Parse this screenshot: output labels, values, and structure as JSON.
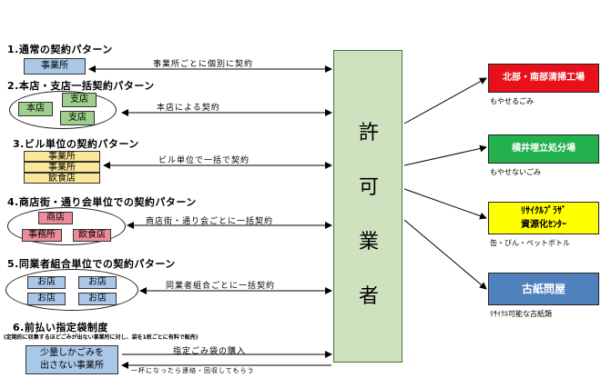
{
  "patterns": [
    {
      "heading": "1.通常の契約パターン",
      "arrow_label": "事業所ごとに個別に契約",
      "boxes": [
        "事業所"
      ]
    },
    {
      "heading": "2.本店・支店一括契約パターン",
      "arrow_label": "本店による契約",
      "boxes": [
        "本店",
        "支店",
        "支店"
      ]
    },
    {
      "heading": "3.ビル単位の契約パターン",
      "arrow_label": "ビル単位で一括で契約",
      "boxes": [
        "事業所",
        "事業所",
        "飲食店"
      ]
    },
    {
      "heading": "4.商店街・通り会単位での契約パターン",
      "arrow_label": "商店街・通り会ごとに一括契約",
      "boxes": [
        "商店",
        "事務所",
        "飲食店"
      ]
    },
    {
      "heading": "5.同業者組合単位での契約パターン",
      "arrow_label": "同業者組合ごとに一括契約",
      "boxes": [
        "お店",
        "お店",
        "お店",
        "お店"
      ]
    },
    {
      "heading": "6.前払い指定袋制度",
      "subheading": "(定期的に収集するほどごみが出ない事業所に対し、袋を1枚ごとに有料で販売)",
      "arrow_label_top": "指定ごみ袋の購入",
      "arrow_label_bottom": "一杯になったら連絡・回収してもらう",
      "boxes": [
        "少量しかごみを",
        "出さない事業所"
      ]
    }
  ],
  "permit": {
    "chars": [
      "許",
      "可",
      "業",
      "者"
    ]
  },
  "destinations": [
    {
      "label": "北部・南部清掃工場",
      "caption": "もやせるごみ",
      "color": "#e8101a",
      "text_color": "#ffffff"
    },
    {
      "label": "横井埋立処分場",
      "caption": "もやせないごみ",
      "color": "#22b14c",
      "text_color": "#ffffff"
    },
    {
      "label_lines": [
        "ﾘｻｲｸﾙﾌﾟﾗｻﾞ",
        "資源化ｾﾝﾀｰ"
      ],
      "caption": "缶・びん・ペットボトル",
      "color": "#ffff00",
      "text_color": "#000000"
    },
    {
      "label": "古紙問屋",
      "caption": "ﾘｻｲｸﾙ可能な古紙類",
      "color": "#4f81bd",
      "text_color": "#ffffff"
    }
  ]
}
